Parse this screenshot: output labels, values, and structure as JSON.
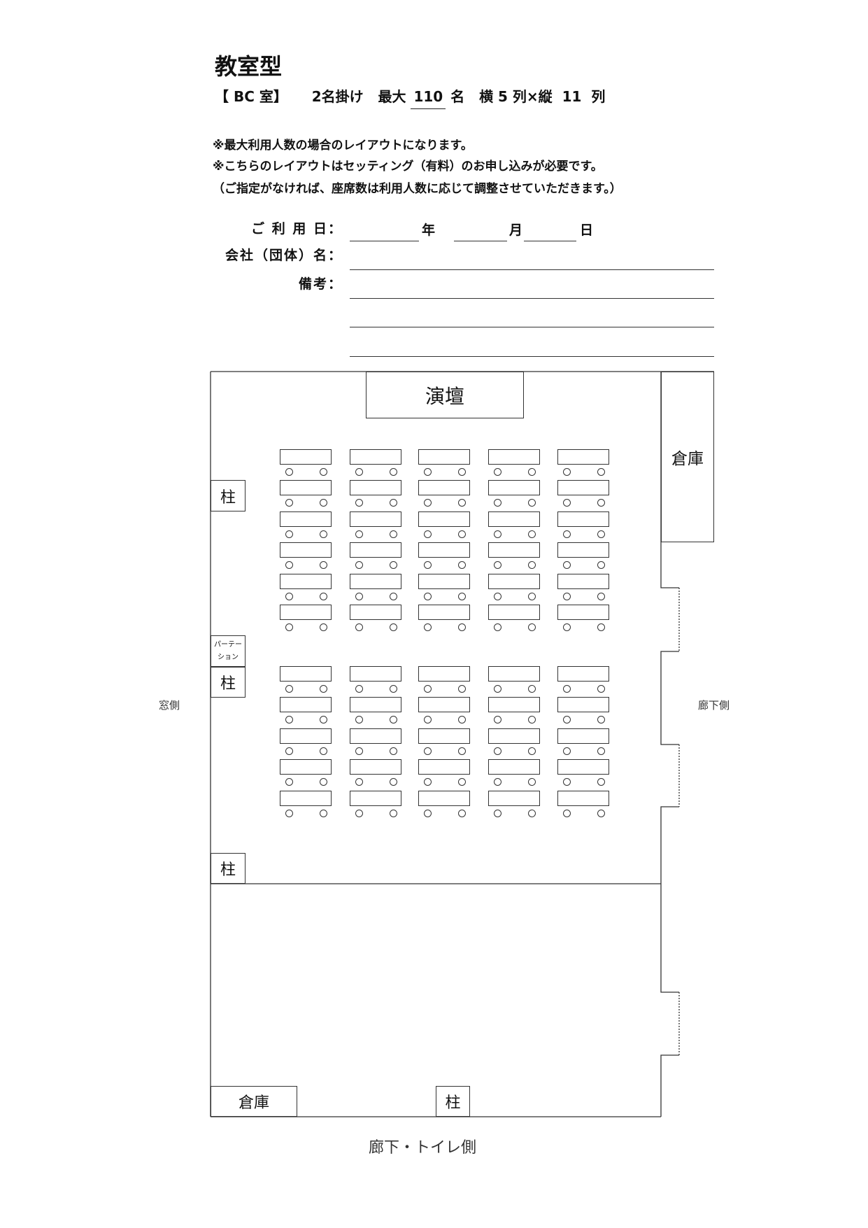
{
  "header": {
    "title": "教室型",
    "room": "【 BC 室】",
    "seating": "2名掛け",
    "max_prefix": "最大",
    "max_count": "110",
    "max_suffix": "名",
    "columns_text": "横 5 列×縦",
    "rows_count": "11",
    "rows_suffix": "列"
  },
  "notes": [
    "※最大利用人数の場合のレイアウトになります。",
    "※こちらのレイアウトはセッティング（有料）のお申し込みが必要です。",
    "（ご指定がなければ、座席数は利用人数に応じて調整させていただきます。）"
  ],
  "form": {
    "date_label": "ご 利 用 日：",
    "year": "年",
    "month": "月",
    "day": "日",
    "company_label": "会社（団体）名：",
    "remarks_label": "備考："
  },
  "floorplan": {
    "podium": "演壇",
    "storage": "倉庫",
    "pillar": "柱",
    "partition_line1": "パーテー",
    "partition_line2": "ション",
    "window_side": "窓側",
    "corridor_side": "廊下側",
    "bottom_side": "廊下・トイレ側",
    "table_columns": 5,
    "table_rows_front": 6,
    "table_rows_back": 5,
    "seats_per_table": 2
  }
}
